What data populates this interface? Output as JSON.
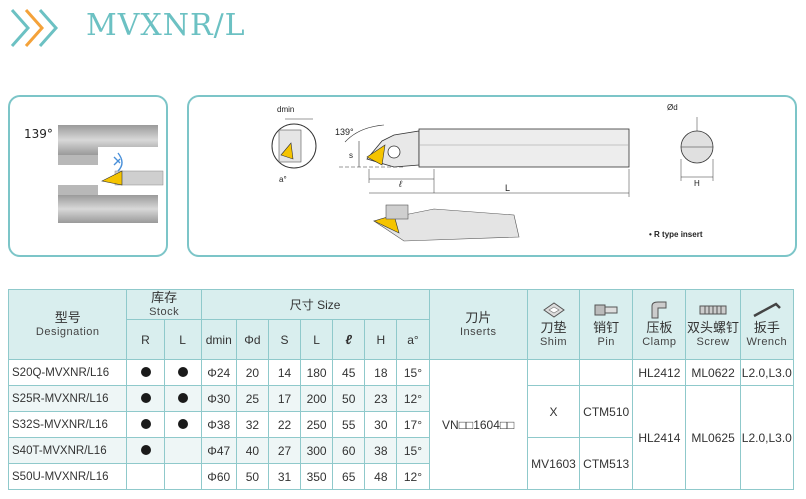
{
  "title": "MVXNR/L",
  "diagram": {
    "angle_left": "139°",
    "angle_right": "139°",
    "dmin": "dmin",
    "phid": "Ød",
    "s": "s",
    "a": "a°",
    "l": "ℓ",
    "L": "L",
    "H": "H",
    "rtype": "• R type insert"
  },
  "table": {
    "h_model_cn": "型号",
    "h_model_en": "Designation",
    "h_stock_cn": "库存",
    "h_stock_en": "Stock",
    "h_R": "R",
    "h_L": "L",
    "h_size": "尺寸 Size",
    "h_dmin": "dmin",
    "h_phid": "Φd",
    "h_s": "S",
    "h_Ll": "L",
    "h_l": "ℓ",
    "h_H": "H",
    "h_a": "a°",
    "h_insert_cn": "刀片",
    "h_insert_en": "Inserts",
    "h_shim_cn": "刀垫",
    "h_shim_en": "Shim",
    "h_pin_cn": "销钉",
    "h_pin_en": "Pin",
    "h_clamp_cn": "压板",
    "h_clamp_en": "Clamp",
    "h_screw_cn": "双头螺钉",
    "h_screw_en": "Screw",
    "h_wrench_cn": "扳手",
    "h_wrench_en": "Wrench",
    "rows": [
      {
        "model": "S20Q-MVXNR/L16",
        "dmin": "Φ24",
        "d": "20",
        "s": "14",
        "L": "180",
        "l": "45",
        "H": "18",
        "a": "15°"
      },
      {
        "model": "S25R-MVXNR/L16",
        "dmin": "Φ30",
        "d": "25",
        "s": "17",
        "L": "200",
        "l": "50",
        "H": "23",
        "a": "12°"
      },
      {
        "model": "S32S-MVXNR/L16",
        "dmin": "Φ38",
        "d": "32",
        "s": "22",
        "L": "250",
        "l": "55",
        "H": "30",
        "a": "17°"
      },
      {
        "model": "S40T-MVXNR/L16",
        "dmin": "Φ47",
        "d": "40",
        "s": "27",
        "L": "300",
        "l": "60",
        "H": "38",
        "a": "15°"
      },
      {
        "model": "S50U-MVXNR/L16",
        "dmin": "Φ60",
        "d": "50",
        "s": "31",
        "L": "350",
        "l": "65",
        "H": "48",
        "a": "12°"
      }
    ],
    "insert": "VN□□1604□□",
    "shim_a": "X",
    "shim_b": "MV1603",
    "pin_a": "CTM510",
    "pin_b": "CTM513",
    "clamp_a": "HL2412",
    "clamp_b": "HL2414",
    "screw_a": "ML0622",
    "screw_b": "ML0625",
    "wrench_a": "L2.0,L3.0",
    "wrench_b": "L2.0,L3.0"
  }
}
